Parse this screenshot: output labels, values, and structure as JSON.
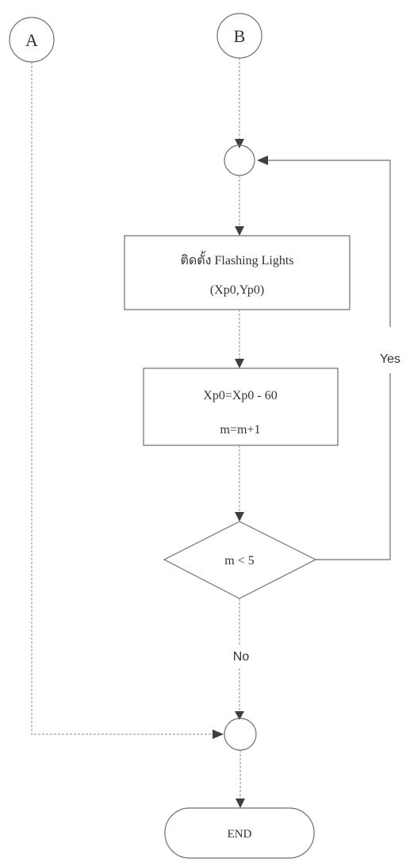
{
  "connectors": {
    "a": "A",
    "b": "B"
  },
  "process_install": {
    "line1": "ติดตั้ง Flashing Lights",
    "line2": "(Xp0,Yp0)"
  },
  "process_update": {
    "line1": "Xp0=Xp0 - 60",
    "line2": "m=m+1"
  },
  "decision": {
    "condition": "m < 5",
    "yes_label": "Yes",
    "no_label": "No"
  },
  "terminator": {
    "label": "END"
  }
}
